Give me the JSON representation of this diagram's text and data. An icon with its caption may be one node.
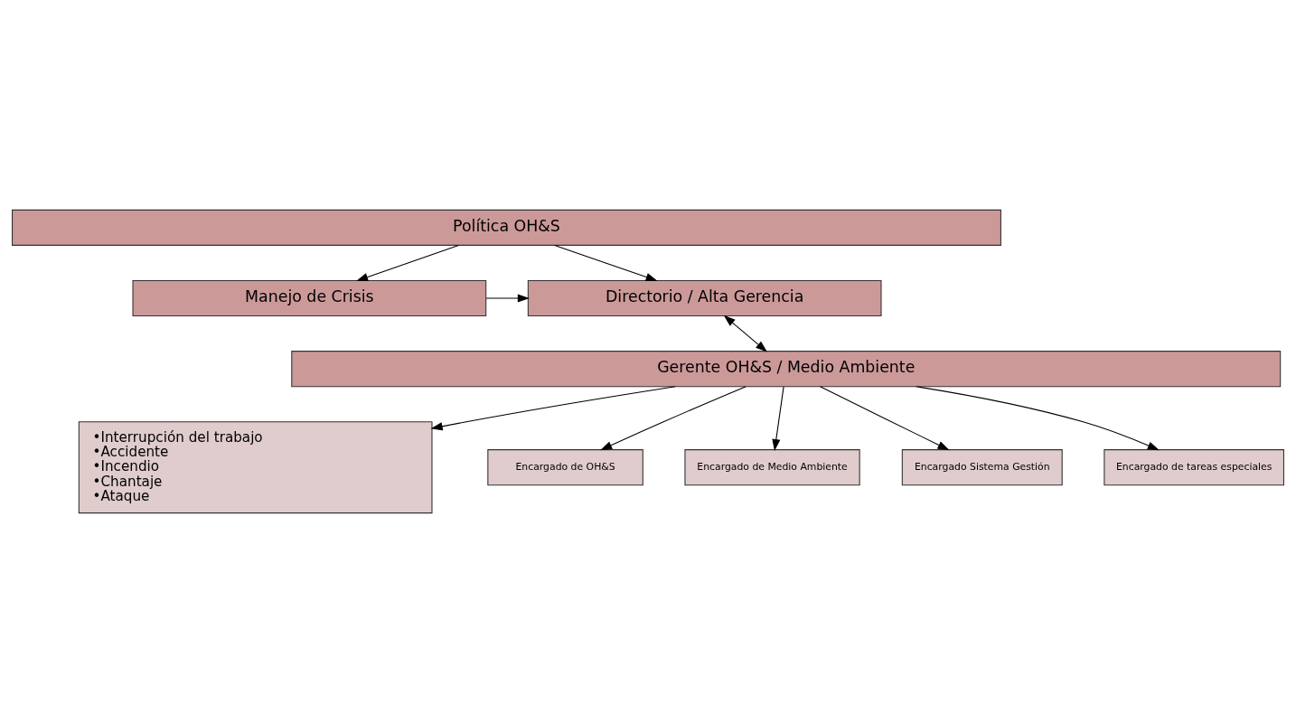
{
  "diagram": {
    "nodes": [
      {
        "text": [
          "Política OH&S"
        ]
      },
      {
        "text": [
          "Manejo de Crisis"
        ]
      },
      {
        "text": [
          "•Interrupción del trabajo",
          "•Accidente",
          "•Incendio",
          "•Chantaje",
          "•Ataque"
        ]
      },
      {
        "text": [
          "Directorio / Alta Gerencia"
        ]
      },
      {
        "text": [
          "Gerente OH&S / Medio Ambiente"
        ]
      },
      {
        "text": [
          "Encargado de OH&S"
        ]
      },
      {
        "text": [
          "Encargado de Medio Ambiente"
        ]
      },
      {
        "text": [
          "Encargado Sistema Gestión"
        ]
      },
      {
        "text": [
          "Encargado de tareas especiales"
        ]
      }
    ],
    "edges": [
      {
        "from": 0,
        "to": 1,
        "arrow": "to"
      },
      {
        "from": 0,
        "to": 3,
        "arrow": "to"
      },
      {
        "from": 1,
        "to": 3,
        "arrow": "to"
      },
      {
        "from": 3,
        "to": 4,
        "arrow": "both"
      },
      {
        "from": 4,
        "to": 2,
        "arrow": "to"
      },
      {
        "from": 4,
        "to": 5,
        "arrow": "to"
      },
      {
        "from": 4,
        "to": 6,
        "arrow": "to"
      },
      {
        "from": 4,
        "to": 7,
        "arrow": "to"
      },
      {
        "from": 4,
        "to": 8,
        "arrow": "to"
      }
    ]
  }
}
